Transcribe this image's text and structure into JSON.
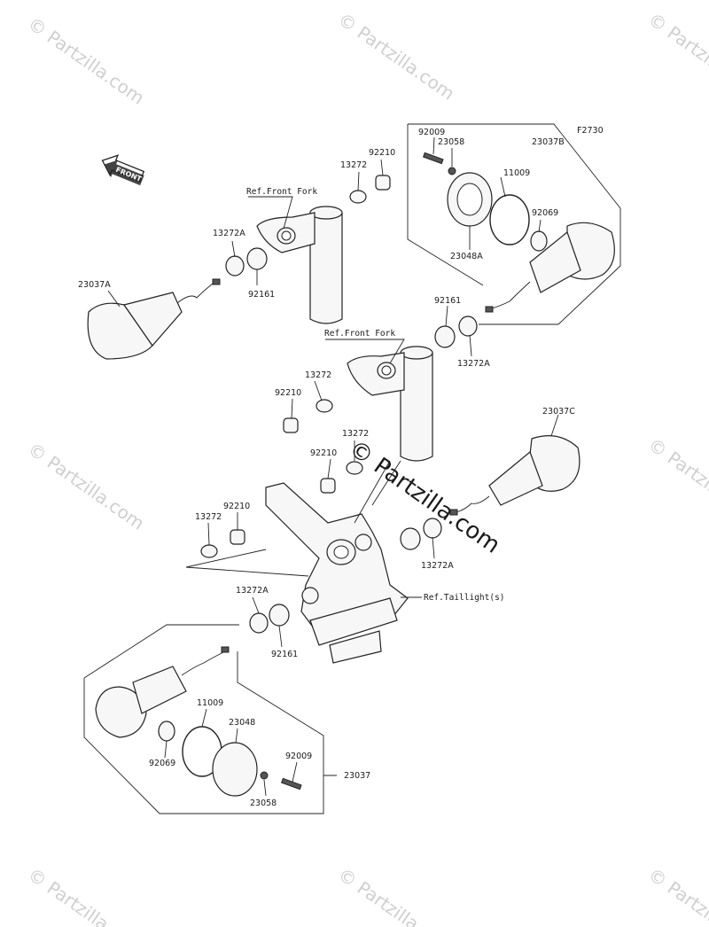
{
  "diagram_code": "F2730",
  "watermark": {
    "text": "© Partzilla.com",
    "center_text": "© Partzilla.com"
  },
  "front_arrow": {
    "text": "FRONT",
    "icon": "front-arrow-icon"
  },
  "labels": {
    "ref_front_fork_1": "Ref.Front Fork",
    "ref_front_fork_2": "Ref.Front Fork",
    "ref_taillight": "Ref.Taillight(s)",
    "p23037A": "23037A",
    "p23037B": "23037B",
    "p23037C": "23037C",
    "p23037": "23037",
    "p13272A_1": "13272A",
    "p13272A_2": "13272A",
    "p13272A_3": "13272A",
    "p13272A_4": "13272A",
    "p92161_1": "92161",
    "p92161_2": "92161",
    "p92161_3": "92161",
    "p13272_1": "13272",
    "p13272_2": "13272",
    "p13272_3": "13272",
    "p13272_4": "13272",
    "p92210_1": "92210",
    "p92210_2": "92210",
    "p92210_3": "92210",
    "p92210_4": "92210",
    "p92009_1": "92009",
    "p92009_2": "92009",
    "p23058_1": "23058",
    "p23058_2": "23058",
    "p11009_1": "11009",
    "p11009_2": "11009",
    "p92069_1": "92069",
    "p92069_2": "92069",
    "p23048A": "23048A",
    "p23048": "23048"
  }
}
